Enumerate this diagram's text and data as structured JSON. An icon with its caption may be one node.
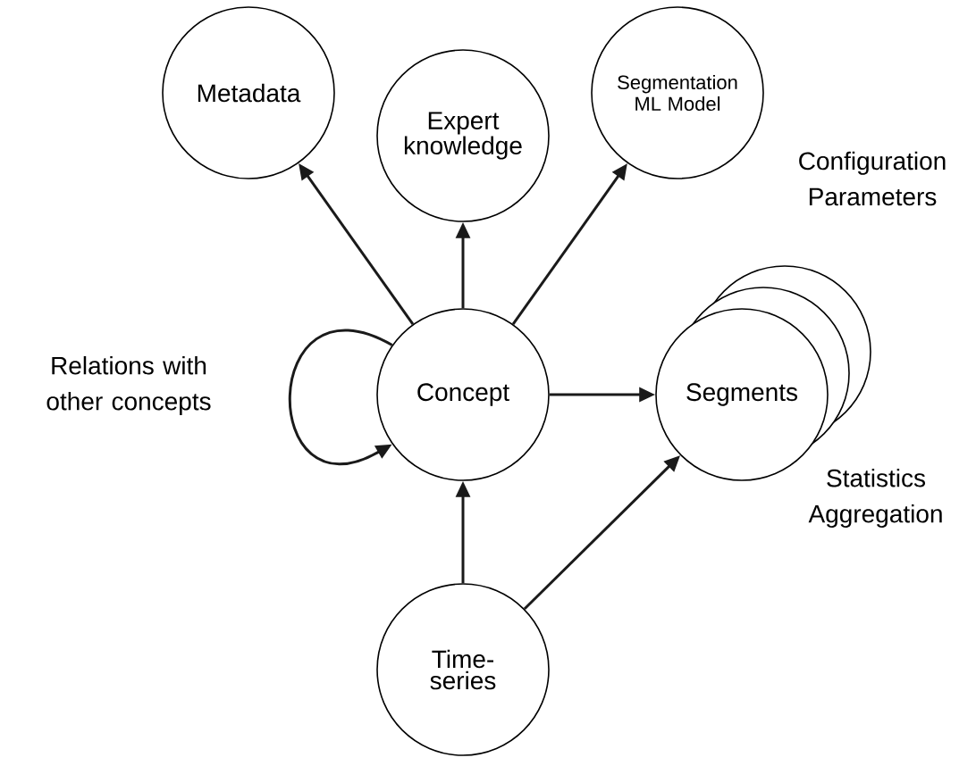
{
  "diagram": {
    "nodes": [
      {
        "text": [
          "Metadata"
        ]
      },
      {
        "text": [
          "Expert knowledge"
        ]
      },
      {
        "text": [
          "Segmentation ML Model"
        ]
      },
      {
        "text": [
          "Concept"
        ]
      },
      {
        "text": [
          "Segments"
        ]
      },
      {
        "text": [
          "Time-series"
        ]
      }
    ],
    "edges": [
      {
        "from": 3,
        "to": 0,
        "arrow": "to"
      },
      {
        "from": 3,
        "to": 1,
        "arrow": "to"
      },
      {
        "from": 3,
        "to": 2,
        "arrow": "to"
      },
      {
        "from": 3,
        "to": 3,
        "arrow": "to"
      },
      {
        "from": 3,
        "to": 4,
        "arrow": "to"
      },
      {
        "from": 5,
        "to": 3,
        "arrow": "to"
      },
      {
        "from": 5,
        "to": 4,
        "arrow": "to"
      }
    ],
    "labels": [
      "Configuration Parameters",
      "Relations with other concepts",
      "Statistics Aggregation"
    ]
  }
}
